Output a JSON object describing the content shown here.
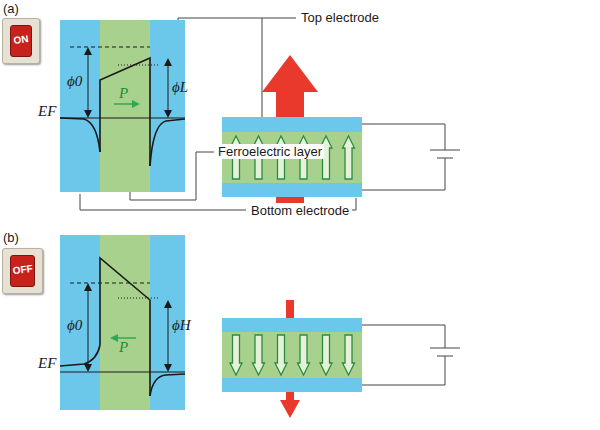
{
  "diagram": {
    "nodes": [
      {
        "text": [
          "ON"
        ]
      },
      {
        "text": [
          "OFF"
        ]
      }
    ],
    "labels": [
      "(a)",
      "ϕ0",
      "ϕL",
      "P",
      "EF",
      "Top electrode",
      "Ferroelectric layer",
      "Bottom electrode",
      "(b)",
      "ϕ0",
      "ϕH",
      "P",
      "EF"
    ]
  }
}
